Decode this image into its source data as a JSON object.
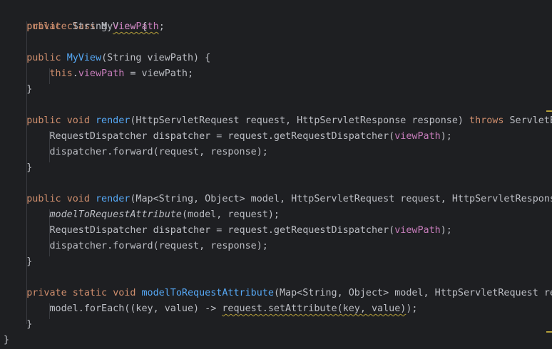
{
  "code": {
    "l1": {
      "kw1": "public",
      "kw2": "class",
      "name": "MyView",
      "brace": "{"
    },
    "l2": {
      "kw": "private",
      "type": "String",
      "field": "viewPath",
      "semi": ";"
    },
    "l4": {
      "kw": "public",
      "ctor": "MyView",
      "params": "(String viewPath) {"
    },
    "l5": {
      "kw": "this",
      "dot": ".",
      "field": "viewPath",
      "rest": " = viewPath;"
    },
    "l6": {
      "text": "}"
    },
    "l8": {
      "kw1": "public",
      "kw2": "void",
      "fn": "render",
      "params": "(HttpServletRequest request, HttpServletResponse response)",
      "kw3": "throws",
      "ex": "ServletE"
    },
    "l9": {
      "pre": "RequestDispatcher dispatcher = request.getRequestDispatcher(",
      "field": "viewPath",
      "post": ");"
    },
    "l10": {
      "text": "dispatcher.forward(request, response);"
    },
    "l11": {
      "text": "}"
    },
    "l13": {
      "kw1": "public",
      "kw2": "void",
      "fn": "render",
      "params": "(Map<String, Object> model, HttpServletRequest request, HttpServletRespons"
    },
    "l14": {
      "call": "modelToRequestAttribute",
      "rest": "(model, request);"
    },
    "l15": {
      "pre": "RequestDispatcher dispatcher = request.getRequestDispatcher(",
      "field": "viewPath",
      "post": ");"
    },
    "l16": {
      "text": "dispatcher.forward(request, response);"
    },
    "l17": {
      "text": "}"
    },
    "l19": {
      "kw1": "private",
      "kw2": "static",
      "kw3": "void",
      "fn": "modelToRequestAttribute",
      "params": "(Map<String, Object> model, HttpServletRequest re"
    },
    "l20": {
      "pre": "model.forEach((key, value) -> ",
      "warn": "request.setAttribute(key, value)",
      "post": ");"
    },
    "l21": {
      "text": "}"
    },
    "l22": {
      "text": "}"
    }
  },
  "colors": {
    "background": "#1e1f22",
    "keyword": "#cf8e6d",
    "field": "#c77dbb",
    "method_declaration": "#56a8f5",
    "default_text": "#bcbec4",
    "warning_underline": "#b6a03a"
  }
}
